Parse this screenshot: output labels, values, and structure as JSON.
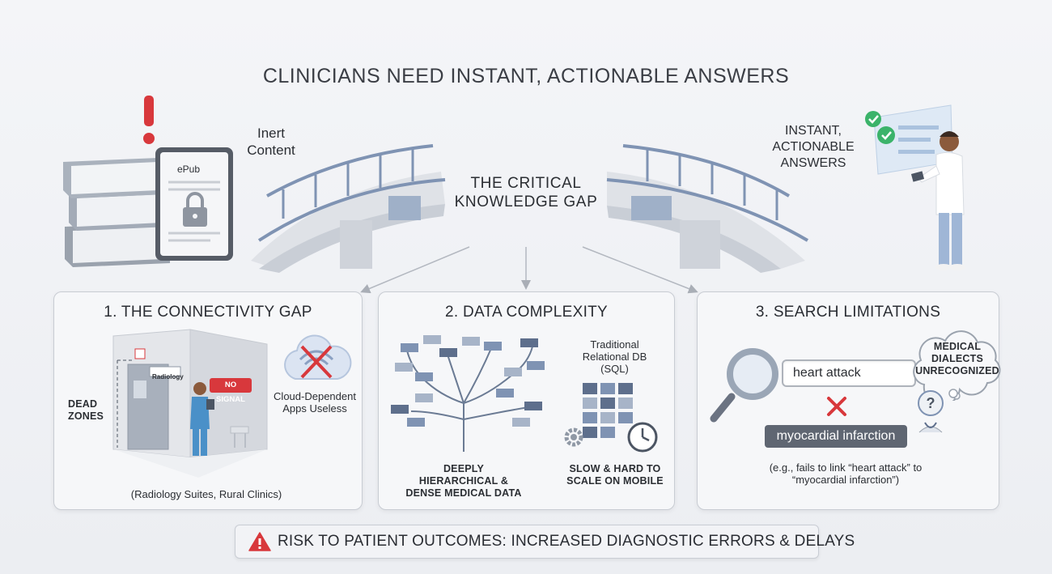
{
  "header": {
    "title": "CLINICIANS NEED INSTANT, ACTIONABLE ANSWERS"
  },
  "top": {
    "left_label": "Inert Content",
    "epub_label": "ePub",
    "gap_label": "THE CRITICAL KNOWLEDGE GAP",
    "right_label": "INSTANT, ACTIONABLE ANSWERS"
  },
  "panels": [
    {
      "title": "1. THE CONNECTIVITY GAP",
      "dead_zones": "DEAD ZONES",
      "door_sign": "Radiology",
      "no_signal": "NO SIGNAL",
      "cloud_caption": "Cloud-Dependent Apps Useless",
      "footnote": "(Radiology Suites, Rural Clinics)"
    },
    {
      "title": "2. DATA COMPLEXITY",
      "db_label": "Traditional Relational DB (SQL)",
      "tree_caption": "DEEPLY HIERARCHICAL & DENSE MEDICAL DATA",
      "db_caption": "SLOW & HARD TO SCALE ON MOBILE"
    },
    {
      "title": "3. SEARCH LIMITATIONS",
      "search_term": "heart attack",
      "medical_term": "myocardial infarction",
      "bubble": "MEDICAL DIALECTS UNRECOGNIZED",
      "footnote": "(e.g., fails to link “heart attack” to “myocardial infarction”)"
    }
  ],
  "risk": {
    "text": "RISK TO PATIENT OUTCOMES: INCREASED DIAGNOSTIC ERRORS & DELAYS"
  },
  "colors": {
    "alert_red": "#d8383c",
    "check_green": "#3bb36a",
    "slate_blue": "#7f93b3",
    "panel_border": "#c8ccd3"
  }
}
